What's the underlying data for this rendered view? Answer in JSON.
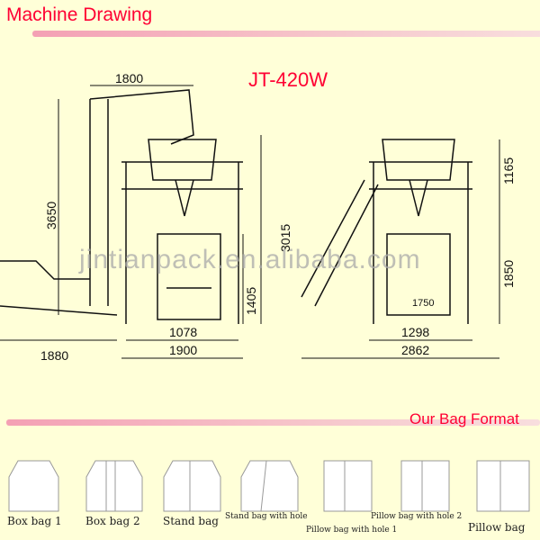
{
  "header": {
    "title": "Machine Drawing",
    "model": "JT-420W"
  },
  "dimensions": {
    "top_width": "1800",
    "total_height": "3650",
    "left_base": "1880",
    "frame_height": "3015",
    "inner_height": "1405",
    "inner_width": "1078",
    "frame_width": "1900",
    "side_top": "1165",
    "side_bottom": "1850",
    "side_inner": "1298",
    "side_total": "2862",
    "side_box": "1750"
  },
  "watermark": "jintianpack.en.alibaba.com",
  "bag_section": {
    "title": "Our Bag Format",
    "bags": [
      "Box bag 1",
      "Box bag 2",
      "Stand bag",
      "Stand bag with hole",
      "Pillow bag with hole 1",
      "Pillow bag with hole 2",
      "Pillow bag"
    ]
  }
}
